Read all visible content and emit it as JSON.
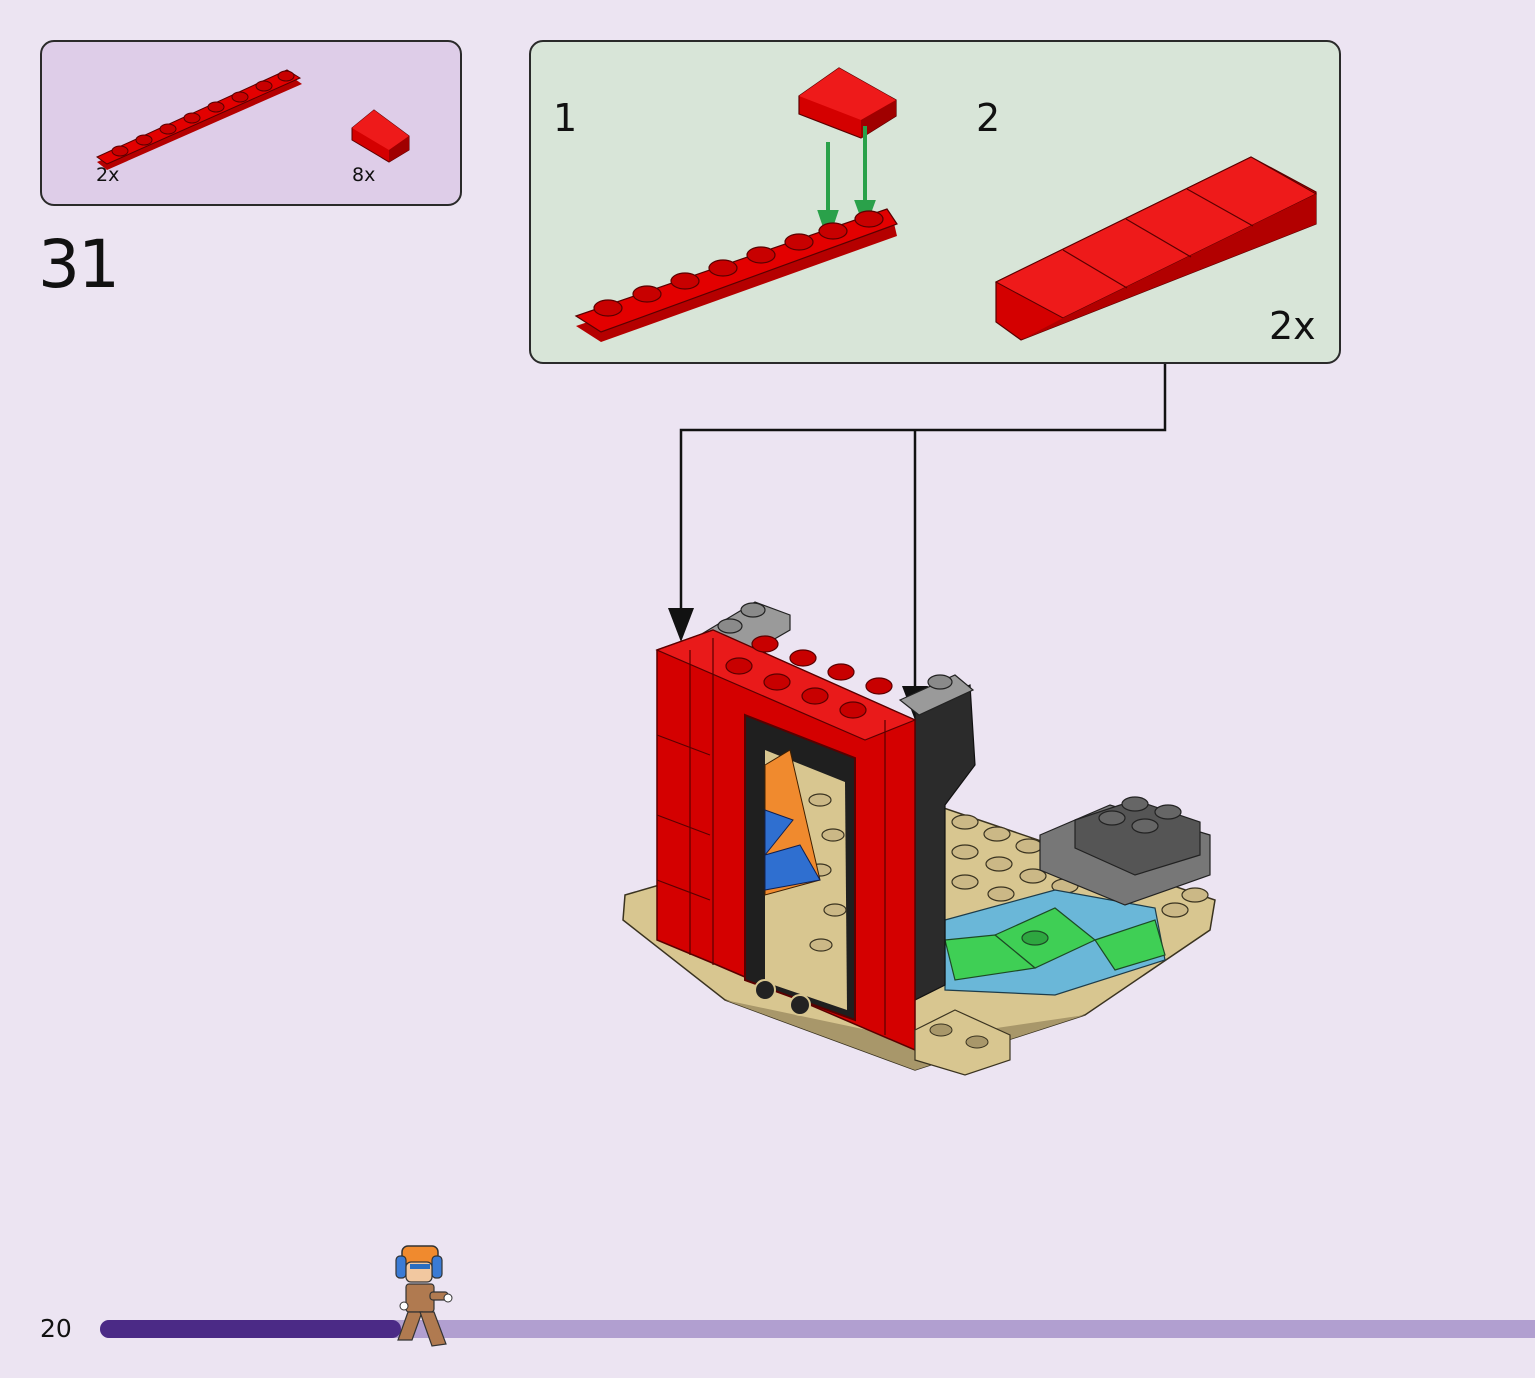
{
  "parts_list": {
    "items": [
      {
        "name": "red-plate-1x8",
        "quantity": "2x",
        "color": "#d40000"
      },
      {
        "name": "red-slope-tile",
        "quantity": "8x",
        "color": "#d40000"
      }
    ]
  },
  "step": {
    "number": "31"
  },
  "submodel": {
    "steps": [
      {
        "number": "1"
      },
      {
        "number": "2"
      }
    ],
    "multiplier": "2x"
  },
  "footer": {
    "page_number": "20",
    "progress": 0.21,
    "progress_color": "#4b2a86",
    "track_color": "#b19fd0",
    "mascot_icon": "walking-minifigure-icon"
  },
  "colors": {
    "background": "#ece4f2",
    "parts_box": "#decde8",
    "submodel_box": "#d8e5d8",
    "arrow_green": "#2aa14a"
  }
}
